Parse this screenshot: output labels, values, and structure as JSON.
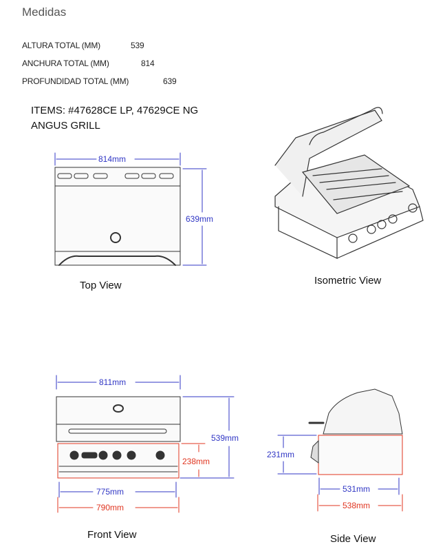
{
  "section_title": "Medidas",
  "specs": [
    {
      "label": "ALTURA TOTAL (MM)",
      "value": "539"
    },
    {
      "label": "ANCHURA TOTAL (MM)",
      "value": "814"
    },
    {
      "label": "PROFUNDIDAD TOTAL (MM)",
      "value": "639"
    }
  ],
  "items_line1": "ITEMS: #47628CE LP, 47629CE NG",
  "items_line2": "ANGUS GRILL",
  "top_view": {
    "caption": "Top View",
    "width": "814mm",
    "depth": "639mm"
  },
  "isometric_view": {
    "caption": "Isometric View"
  },
  "front_view": {
    "caption": "Front View",
    "width": "811mm",
    "height": "539mm",
    "control_height": "238mm",
    "inner_width": "775mm",
    "cutout_width": "790mm"
  },
  "side_view": {
    "caption": "Side View",
    "height": "231mm",
    "inner_depth": "531mm",
    "cutout_depth": "538mm"
  },
  "colors": {
    "dimension_blue": "#2f35c4",
    "dimension_red": "#e0341f"
  }
}
